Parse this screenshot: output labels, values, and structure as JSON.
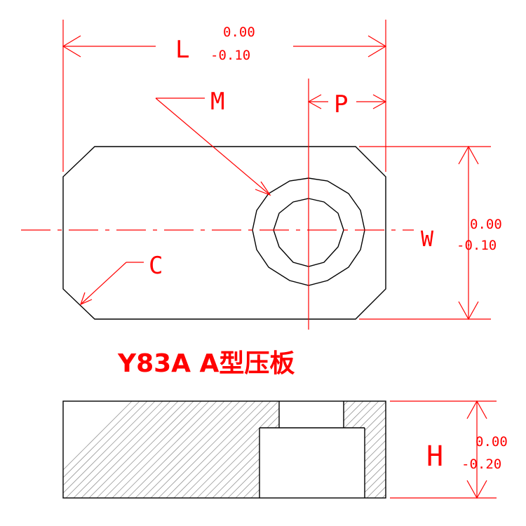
{
  "title": "Y83A A型压板",
  "dimensions": {
    "L": {
      "symbol": "L",
      "upper": "0.00",
      "lower": "-0.10"
    },
    "W": {
      "symbol": "W",
      "upper": "0.00",
      "lower": "-0.10"
    },
    "H": {
      "symbol": "H",
      "upper": "0.00",
      "lower": "-0.20"
    },
    "P": {
      "symbol": "P"
    },
    "M": {
      "symbol": "M"
    },
    "C": {
      "symbol": "C"
    }
  },
  "colors": {
    "dimension": "#ff0000",
    "outline": "#000000",
    "hatch": "#9a9a9a"
  }
}
